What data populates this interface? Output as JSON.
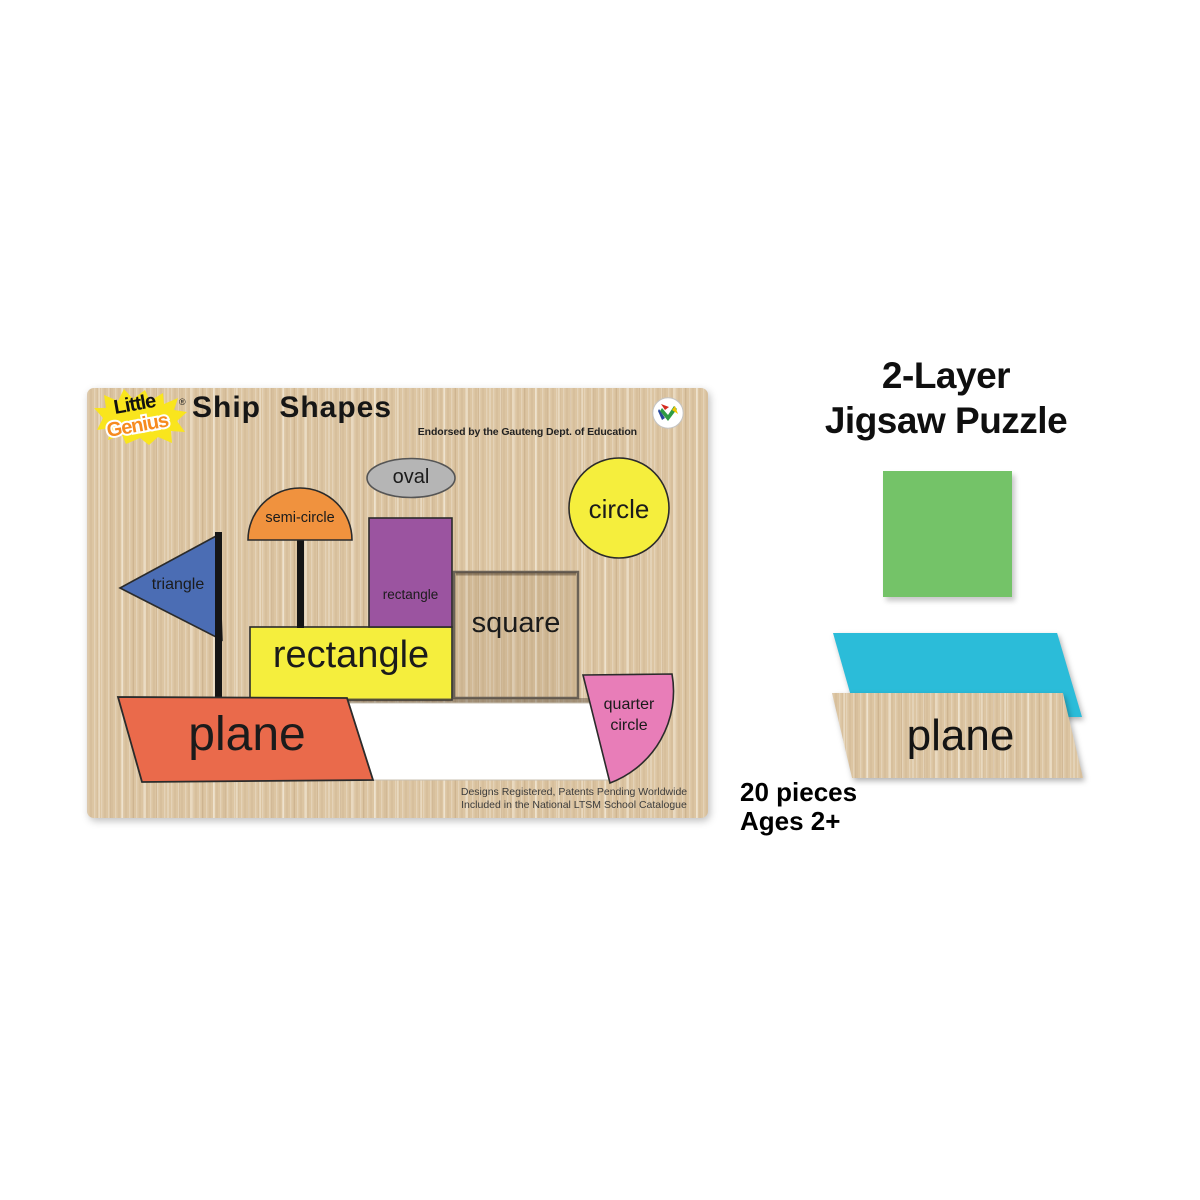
{
  "product": {
    "brand": {
      "name_line1": "Little",
      "name_line2": "Genius",
      "registered_mark": "®"
    },
    "board": {
      "title": "Ship Shapes",
      "endorsement": "Endorsed by the Gauteng Dept. of Education",
      "footer_line1": "Designs Registered, Patents Pending Worldwide",
      "footer_line2": "Included in the National LTSM School Catalogue",
      "shape_labels": {
        "triangle": "triangle",
        "semi_circle": "semi-circle",
        "oval": "oval",
        "rectangle_small": "rectangle",
        "circle": "circle",
        "rectangle_large": "rectangle",
        "square": "square",
        "plane": "plane",
        "quarter_circle_line1": "quarter",
        "quarter_circle_line2": "circle"
      },
      "colors": {
        "wood": "#dcc5a2",
        "triangle_blue": "#4b6db4",
        "semi_circle_orange": "#f0923e",
        "oval_gray": "#b5b5b5",
        "rectangle_purple": "#9b54a0",
        "yellow": "#f5ee3d",
        "plane_orange": "#ea6a4b",
        "quarter_circle_pink": "#e87db8"
      }
    },
    "right_panel": {
      "heading_line1": "2-Layer",
      "heading_line2": "Jigsaw Puzzle",
      "square_piece_color": "#74c368",
      "layer_piece_color": "#2bbcd9",
      "plane_piece_label": "plane",
      "piece_count": "20 pieces",
      "age_range": "Ages 2+"
    }
  }
}
